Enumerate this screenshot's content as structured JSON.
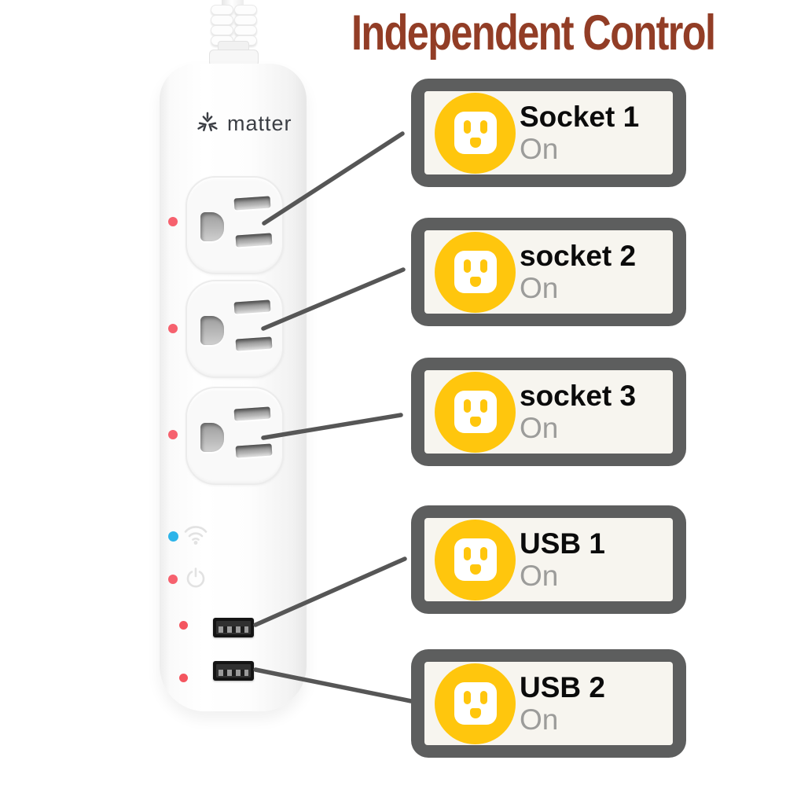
{
  "title": "Independent Control",
  "device": {
    "brand": "matter",
    "outlets": [
      "socket-1",
      "socket-2",
      "socket-3"
    ],
    "usb_ports": [
      "usb-1",
      "usb-2"
    ],
    "indicator_leds": [
      {
        "name": "socket-1-led",
        "color": "#f6616e"
      },
      {
        "name": "socket-2-led",
        "color": "#f6616e"
      },
      {
        "name": "socket-3-led",
        "color": "#f6616e"
      },
      {
        "name": "wifi-led",
        "color": "#2db4e9"
      },
      {
        "name": "power-led",
        "color": "#f6616e"
      },
      {
        "name": "usb-1-led",
        "color": "#f4555f"
      },
      {
        "name": "usb-2-led",
        "color": "#f4555f"
      }
    ]
  },
  "cards": [
    {
      "label": "Socket 1",
      "state": "On"
    },
    {
      "label": "socket 2",
      "state": "On"
    },
    {
      "label": "socket 3",
      "state": "On"
    },
    {
      "label": "USB 1",
      "state": "On"
    },
    {
      "label": "USB 2",
      "state": "On"
    }
  ],
  "colors": {
    "title_text": "#923d26",
    "accent_yellow": "#ffc60d",
    "card_border": "#5d5e5e",
    "card_background": "#f7f5ef",
    "state_text": "#9c9c9a",
    "callout_line": "#565656",
    "led_pink": "#f6616e",
    "led_blue": "#2db4e9",
    "brand_text": "#3b3e44"
  }
}
